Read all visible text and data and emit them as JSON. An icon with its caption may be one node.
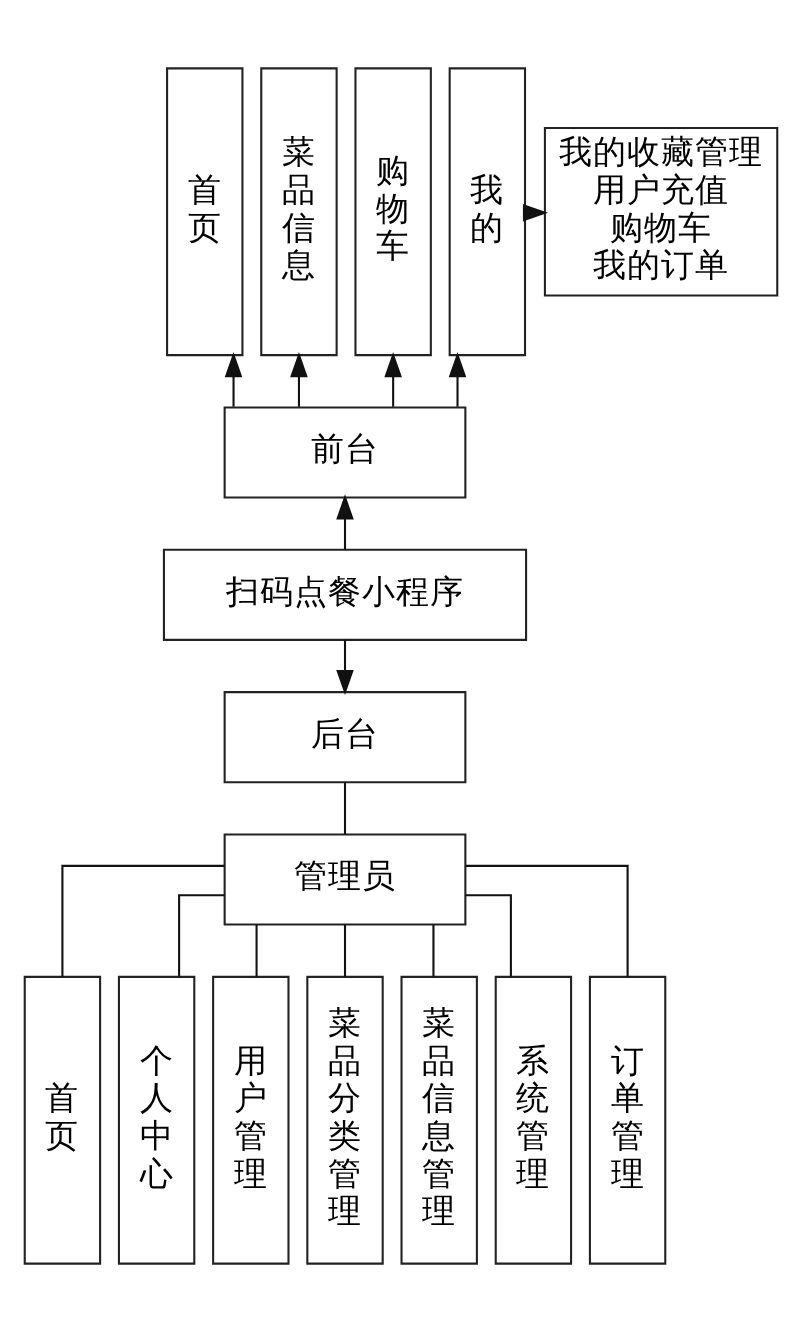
{
  "diagram": {
    "nodes": [
      {
        "text": [
          "首页"
        ]
      },
      {
        "text": [
          "菜品信息"
        ]
      },
      {
        "text": [
          "购物车"
        ]
      },
      {
        "text": [
          "我的"
        ]
      },
      {
        "text": [
          "我的收藏管理",
          "用户充值",
          "购物车",
          "我的订单"
        ]
      },
      {
        "text": [
          "前台"
        ]
      },
      {
        "text": [
          "扫码点餐小程序"
        ]
      },
      {
        "text": [
          "后台"
        ]
      },
      {
        "text": [
          "管理员"
        ]
      },
      {
        "text": [
          "首页"
        ]
      },
      {
        "text": [
          "个人中心"
        ]
      },
      {
        "text": [
          "用户管理"
        ]
      },
      {
        "text": [
          "菜品分类管理"
        ]
      },
      {
        "text": [
          "菜品信息管理"
        ]
      },
      {
        "text": [
          "系统管理"
        ]
      },
      {
        "text": [
          "订单管理"
        ]
      }
    ],
    "edges": [
      {
        "from": 5,
        "to": 0,
        "arrow": "to"
      },
      {
        "from": 5,
        "to": 1,
        "arrow": "to"
      },
      {
        "from": 5,
        "to": 2,
        "arrow": "to"
      },
      {
        "from": 5,
        "to": 3,
        "arrow": "to"
      },
      {
        "from": 3,
        "to": 4,
        "arrow": "to"
      },
      {
        "from": 6,
        "to": 5,
        "arrow": "to"
      },
      {
        "from": 6,
        "to": 7,
        "arrow": "to"
      },
      {
        "from": 7,
        "to": 8,
        "arrow": "none"
      },
      {
        "from": 8,
        "to": 9,
        "arrow": "none"
      },
      {
        "from": 8,
        "to": 10,
        "arrow": "none"
      },
      {
        "from": 8,
        "to": 11,
        "arrow": "none"
      },
      {
        "from": 8,
        "to": 12,
        "arrow": "none"
      },
      {
        "from": 8,
        "to": 13,
        "arrow": "none"
      },
      {
        "from": 8,
        "to": 14,
        "arrow": "none"
      },
      {
        "from": 8,
        "to": 15,
        "arrow": "none"
      }
    ]
  }
}
